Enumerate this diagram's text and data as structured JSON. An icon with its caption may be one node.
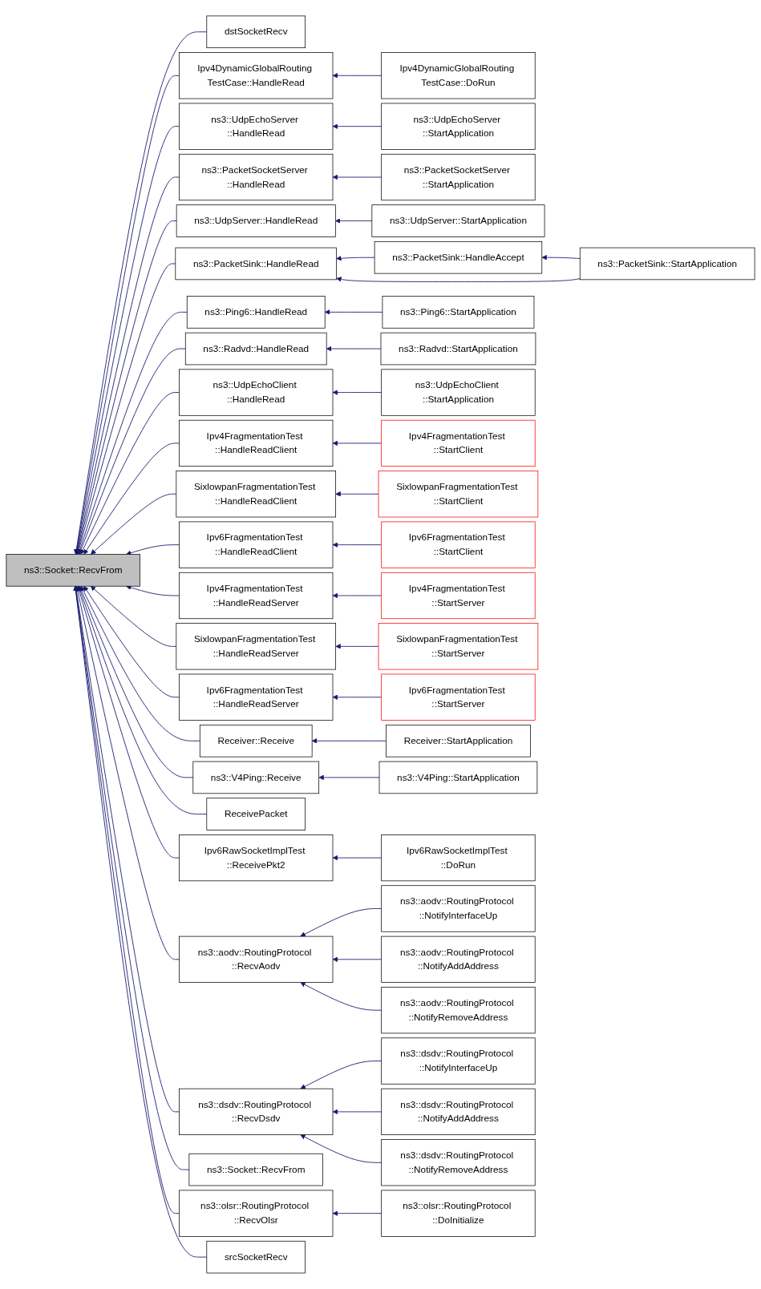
{
  "diagram": {
    "nodes": [
      {
        "text": [
          "ns3::Socket::RecvFrom"
        ]
      },
      {
        "text": [
          "dstSocketRecv"
        ]
      },
      {
        "text": [
          "Ipv4DynamicGlobalRouting TestCase::HandleRead"
        ]
      },
      {
        "text": [
          "ns3::UdpEchoServer ::HandleRead"
        ]
      },
      {
        "text": [
          "ns3::PacketSocketServer ::HandleRead"
        ]
      },
      {
        "text": [
          "ns3::UdpServer::HandleRead"
        ]
      },
      {
        "text": [
          "ns3::PacketSink::HandleRead"
        ]
      },
      {
        "text": [
          "ns3::Ping6::HandleRead"
        ]
      },
      {
        "text": [
          "ns3::Radvd::HandleRead"
        ]
      },
      {
        "text": [
          "ns3::UdpEchoClient ::HandleRead"
        ]
      },
      {
        "text": [
          "Ipv4FragmentationTest ::HandleReadClient"
        ]
      },
      {
        "text": [
          "SixlowpanFragmentationTest ::HandleReadClient"
        ]
      },
      {
        "text": [
          "Ipv6FragmentationTest ::HandleReadClient"
        ]
      },
      {
        "text": [
          "Ipv4FragmentationTest ::HandleReadServer"
        ]
      },
      {
        "text": [
          "SixlowpanFragmentationTest ::HandleReadServer"
        ]
      },
      {
        "text": [
          "Ipv6FragmentationTest ::HandleReadServer"
        ]
      },
      {
        "text": [
          "Receiver::Receive"
        ]
      },
      {
        "text": [
          "ns3::V4Ping::Receive"
        ]
      },
      {
        "text": [
          "ReceivePacket"
        ]
      },
      {
        "text": [
          "Ipv6RawSocketImplTest ::ReceivePkt2"
        ]
      },
      {
        "text": [
          "ns3::aodv::RoutingProtocol ::RecvAodv"
        ]
      },
      {
        "text": [
          "ns3::dsdv::RoutingProtocol ::RecvDsdv"
        ]
      },
      {
        "text": [
          "ns3::Socket::RecvFrom"
        ]
      },
      {
        "text": [
          "ns3::olsr::RoutingProtocol ::RecvOlsr"
        ]
      },
      {
        "text": [
          "srcSocketRecv"
        ]
      },
      {
        "text": [
          "Ipv4DynamicGlobalRouting TestCase::DoRun"
        ]
      },
      {
        "text": [
          "ns3::UdpEchoServer ::StartApplication"
        ]
      },
      {
        "text": [
          "ns3::PacketSocketServer ::StartApplication"
        ]
      },
      {
        "text": [
          "ns3::UdpServer::StartApplication"
        ]
      },
      {
        "text": [
          "ns3::PacketSink::HandleAccept"
        ]
      },
      {
        "text": [
          "ns3::Ping6::StartApplication"
        ]
      },
      {
        "text": [
          "ns3::Radvd::StartApplication"
        ]
      },
      {
        "text": [
          "ns3::UdpEchoClient ::StartApplication"
        ]
      },
      {
        "text": [
          "Ipv4FragmentationTest ::StartClient"
        ]
      },
      {
        "text": [
          "SixlowpanFragmentationTest ::StartClient"
        ]
      },
      {
        "text": [
          "Ipv6FragmentationTest ::StartClient"
        ]
      },
      {
        "text": [
          "Ipv4FragmentationTest ::StartServer"
        ]
      },
      {
        "text": [
          "SixlowpanFragmentationTest ::StartServer"
        ]
      },
      {
        "text": [
          "Ipv6FragmentationTest ::StartServer"
        ]
      },
      {
        "text": [
          "Receiver::StartApplication"
        ]
      },
      {
        "text": [
          "ns3::V4Ping::StartApplication"
        ]
      },
      {
        "text": [
          "Ipv6RawSocketImplTest ::DoRun"
        ]
      },
      {
        "text": [
          "ns3::aodv::RoutingProtocol ::NotifyInterfaceUp"
        ]
      },
      {
        "text": [
          "ns3::aodv::RoutingProtocol ::NotifyAddAddress"
        ]
      },
      {
        "text": [
          "ns3::aodv::RoutingProtocol ::NotifyRemoveAddress"
        ]
      },
      {
        "text": [
          "ns3::dsdv::RoutingProtocol ::NotifyInterfaceUp"
        ]
      },
      {
        "text": [
          "ns3::dsdv::RoutingProtocol ::NotifyAddAddress"
        ]
      },
      {
        "text": [
          "ns3::dsdv::RoutingProtocol ::NotifyRemoveAddress"
        ]
      },
      {
        "text": [
          "ns3::olsr::RoutingProtocol ::DoInitialize"
        ]
      },
      {
        "text": [
          "ns3::PacketSink::StartApplication"
        ]
      }
    ],
    "edges": [
      {
        "from": 1,
        "to": 0,
        "arrow": "to"
      },
      {
        "from": 2,
        "to": 0,
        "arrow": "to"
      },
      {
        "from": 3,
        "to": 0,
        "arrow": "to"
      },
      {
        "from": 4,
        "to": 0,
        "arrow": "to"
      },
      {
        "from": 5,
        "to": 0,
        "arrow": "to"
      },
      {
        "from": 6,
        "to": 0,
        "arrow": "to"
      },
      {
        "from": 7,
        "to": 0,
        "arrow": "to"
      },
      {
        "from": 8,
        "to": 0,
        "arrow": "to"
      },
      {
        "from": 9,
        "to": 0,
        "arrow": "to"
      },
      {
        "from": 10,
        "to": 0,
        "arrow": "to"
      },
      {
        "from": 11,
        "to": 0,
        "arrow": "to"
      },
      {
        "from": 12,
        "to": 0,
        "arrow": "to"
      },
      {
        "from": 13,
        "to": 0,
        "arrow": "to"
      },
      {
        "from": 14,
        "to": 0,
        "arrow": "to"
      },
      {
        "from": 15,
        "to": 0,
        "arrow": "to"
      },
      {
        "from": 16,
        "to": 0,
        "arrow": "to"
      },
      {
        "from": 17,
        "to": 0,
        "arrow": "to"
      },
      {
        "from": 18,
        "to": 0,
        "arrow": "to"
      },
      {
        "from": 19,
        "to": 0,
        "arrow": "to"
      },
      {
        "from": 20,
        "to": 0,
        "arrow": "to"
      },
      {
        "from": 21,
        "to": 0,
        "arrow": "to"
      },
      {
        "from": 22,
        "to": 0,
        "arrow": "to"
      },
      {
        "from": 23,
        "to": 0,
        "arrow": "to"
      },
      {
        "from": 24,
        "to": 0,
        "arrow": "to"
      },
      {
        "from": 25,
        "to": 2,
        "arrow": "to"
      },
      {
        "from": 26,
        "to": 3,
        "arrow": "to"
      },
      {
        "from": 27,
        "to": 4,
        "arrow": "to"
      },
      {
        "from": 28,
        "to": 5,
        "arrow": "to"
      },
      {
        "from": 29,
        "to": 6,
        "arrow": "to"
      },
      {
        "from": 49,
        "to": 29,
        "arrow": "to"
      },
      {
        "from": 49,
        "to": 6,
        "arrow": "to"
      },
      {
        "from": 30,
        "to": 7,
        "arrow": "to"
      },
      {
        "from": 31,
        "to": 8,
        "arrow": "to"
      },
      {
        "from": 32,
        "to": 9,
        "arrow": "to"
      },
      {
        "from": 33,
        "to": 10,
        "arrow": "to"
      },
      {
        "from": 34,
        "to": 11,
        "arrow": "to"
      },
      {
        "from": 35,
        "to": 12,
        "arrow": "to"
      },
      {
        "from": 36,
        "to": 13,
        "arrow": "to"
      },
      {
        "from": 37,
        "to": 14,
        "arrow": "to"
      },
      {
        "from": 38,
        "to": 15,
        "arrow": "to"
      },
      {
        "from": 39,
        "to": 16,
        "arrow": "to"
      },
      {
        "from": 40,
        "to": 17,
        "arrow": "to"
      },
      {
        "from": 41,
        "to": 19,
        "arrow": "to"
      },
      {
        "from": 42,
        "to": 20,
        "arrow": "to"
      },
      {
        "from": 43,
        "to": 20,
        "arrow": "to"
      },
      {
        "from": 44,
        "to": 20,
        "arrow": "to"
      },
      {
        "from": 45,
        "to": 21,
        "arrow": "to"
      },
      {
        "from": 46,
        "to": 21,
        "arrow": "to"
      },
      {
        "from": 47,
        "to": 21,
        "arrow": "to"
      },
      {
        "from": 48,
        "to": 23,
        "arrow": "to"
      }
    ]
  }
}
